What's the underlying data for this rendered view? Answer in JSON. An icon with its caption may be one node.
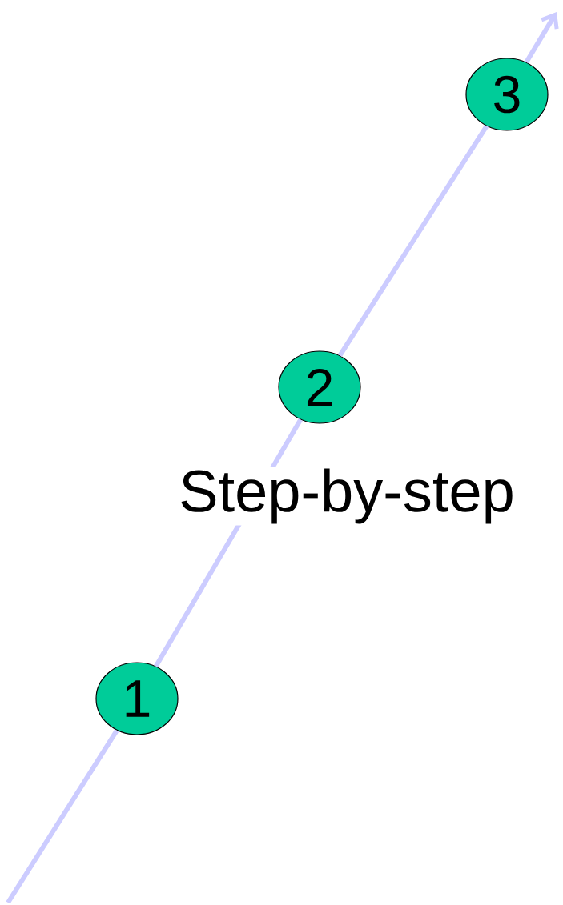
{
  "diagram": {
    "nodes": [
      {
        "text": [
          "1"
        ]
      },
      {
        "text": [
          "2"
        ]
      },
      {
        "text": [
          "3"
        ]
      }
    ],
    "edges": [
      {
        "from": null,
        "to": 0,
        "arrow": "none"
      },
      {
        "from": 0,
        "to": 1,
        "arrow": "none"
      },
      {
        "from": 1,
        "to": 2,
        "arrow": "none"
      },
      {
        "from": 2,
        "to": null,
        "arrow": "to"
      }
    ],
    "labels": [
      "Step-by-step"
    ]
  }
}
